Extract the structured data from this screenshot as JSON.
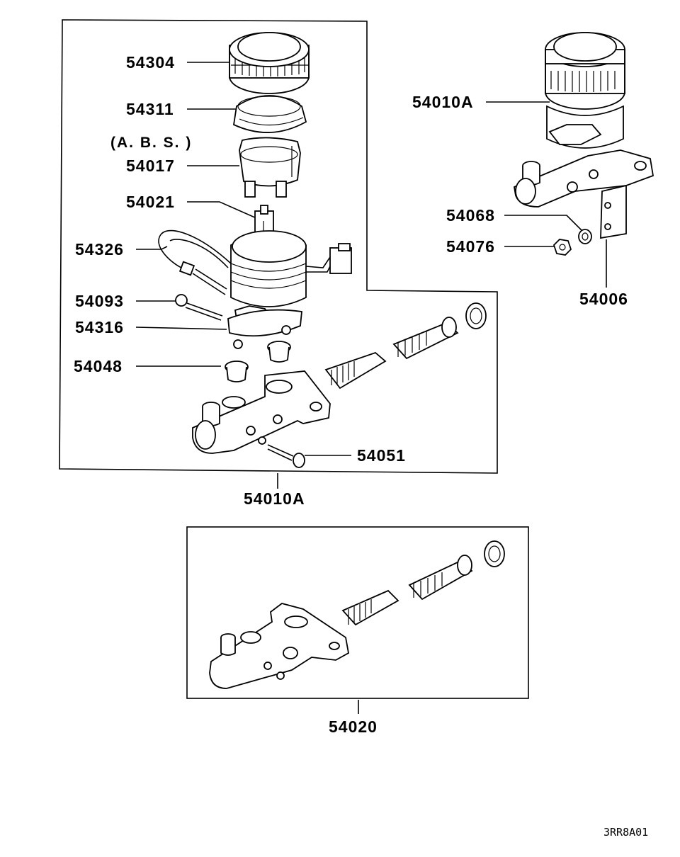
{
  "labels": {
    "p54304": "54304",
    "p54311": "54311",
    "abs": "(A. B. S. )",
    "p54017": "54017",
    "p54021": "54021",
    "p54326": "54326",
    "p54093": "54093",
    "p54316": "54316",
    "p54048": "54048",
    "p54051": "54051",
    "assy_abs": "54010A",
    "assy_right": "54010A",
    "p54068": "54068",
    "p54076": "54076",
    "p54006": "54006",
    "p54020": "54020"
  },
  "diagram_code": "3RR8A01"
}
